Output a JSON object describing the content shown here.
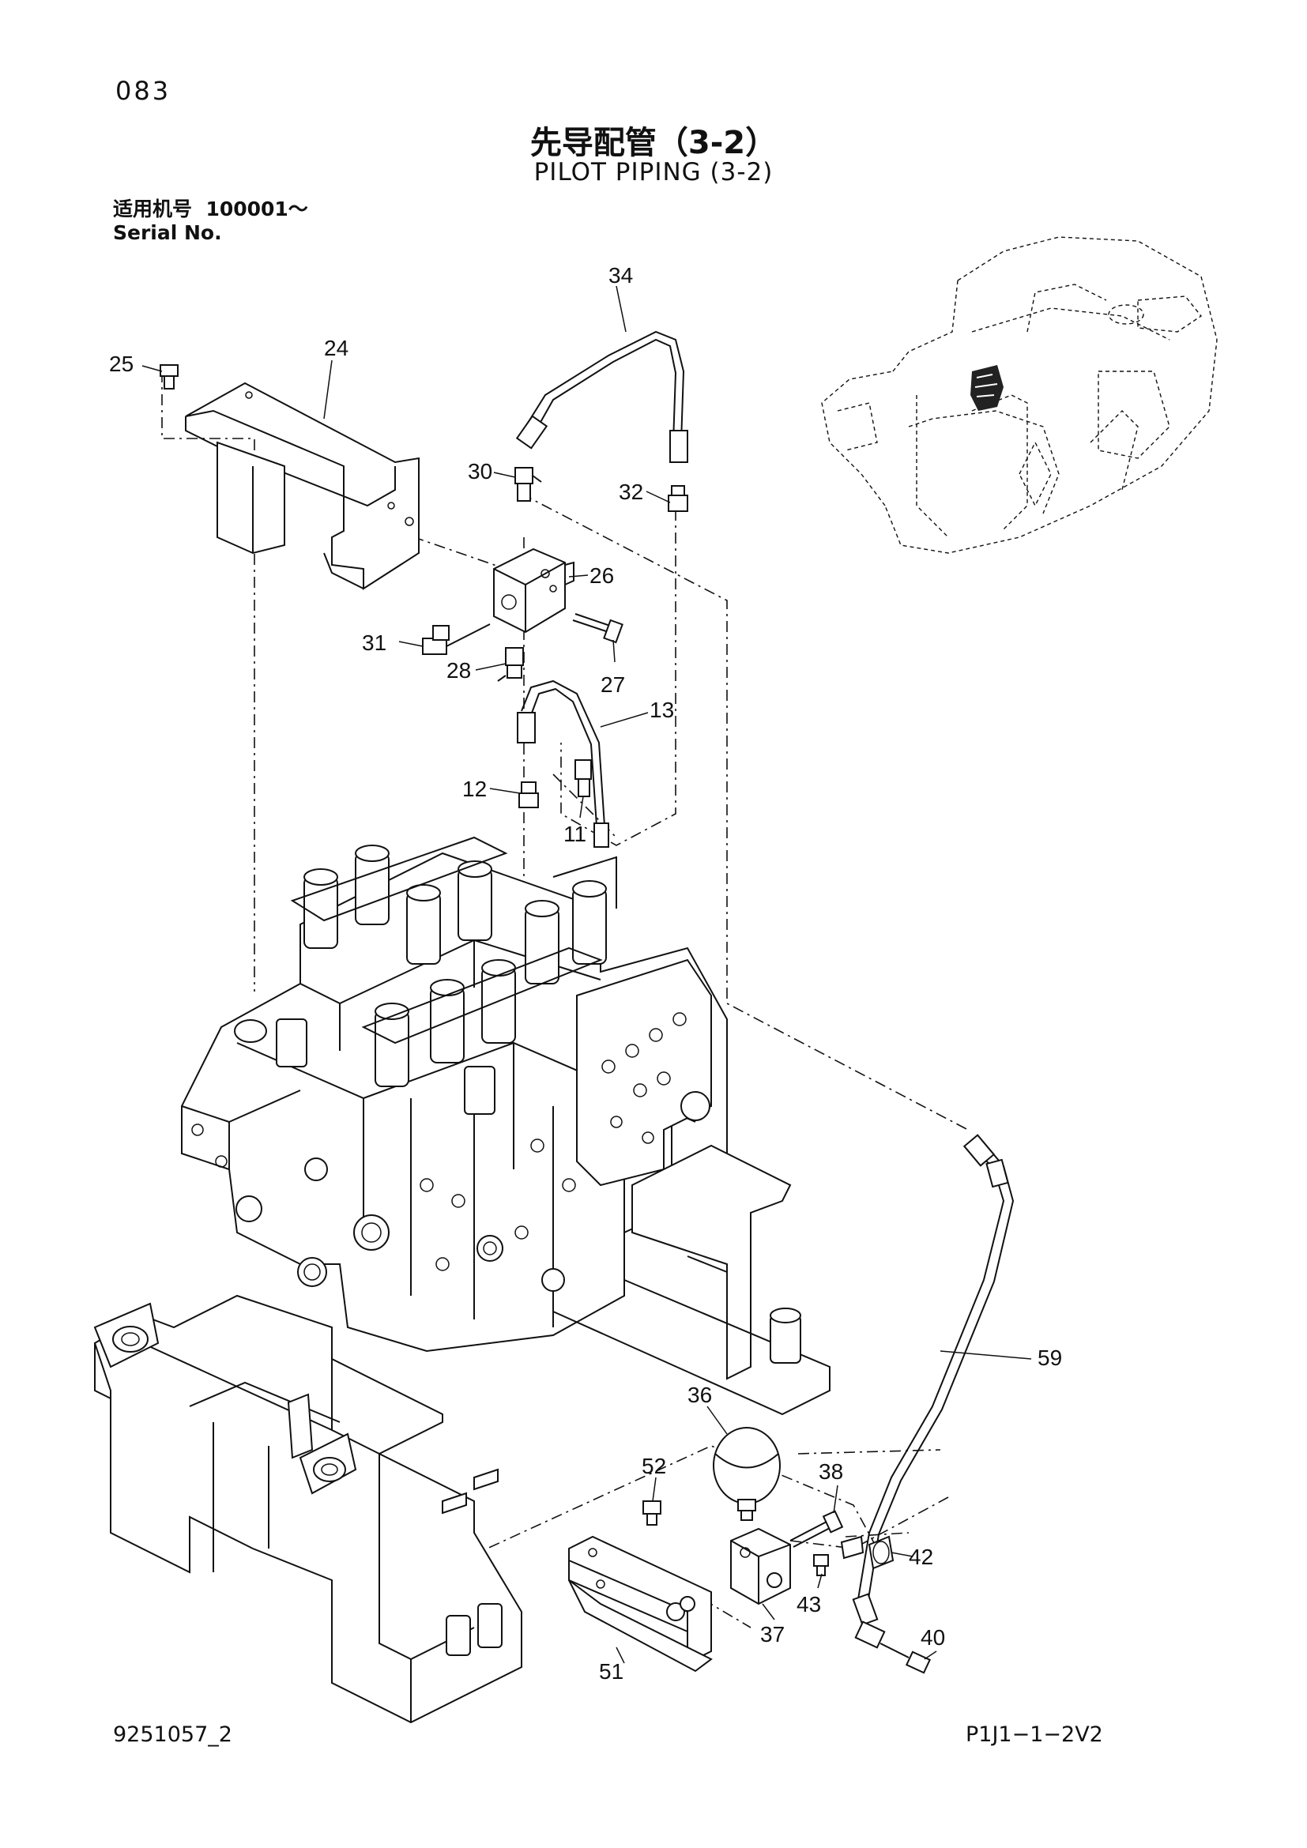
{
  "page_number": "083",
  "title_cn": "先导配管（3-2）",
  "title_en": "PILOT PIPING (3-2)",
  "serial": {
    "label_cn": "适用机号",
    "value": "100001～",
    "label_en": "Serial No."
  },
  "callouts": [
    "34",
    "25",
    "24",
    "30",
    "32",
    "26",
    "31",
    "28",
    "27",
    "13",
    "12",
    "11",
    "59",
    "36",
    "52",
    "38",
    "42",
    "43",
    "40",
    "37",
    "51"
  ],
  "footer": {
    "left": "9251057_2",
    "right": "P1J1−1−2V2"
  }
}
